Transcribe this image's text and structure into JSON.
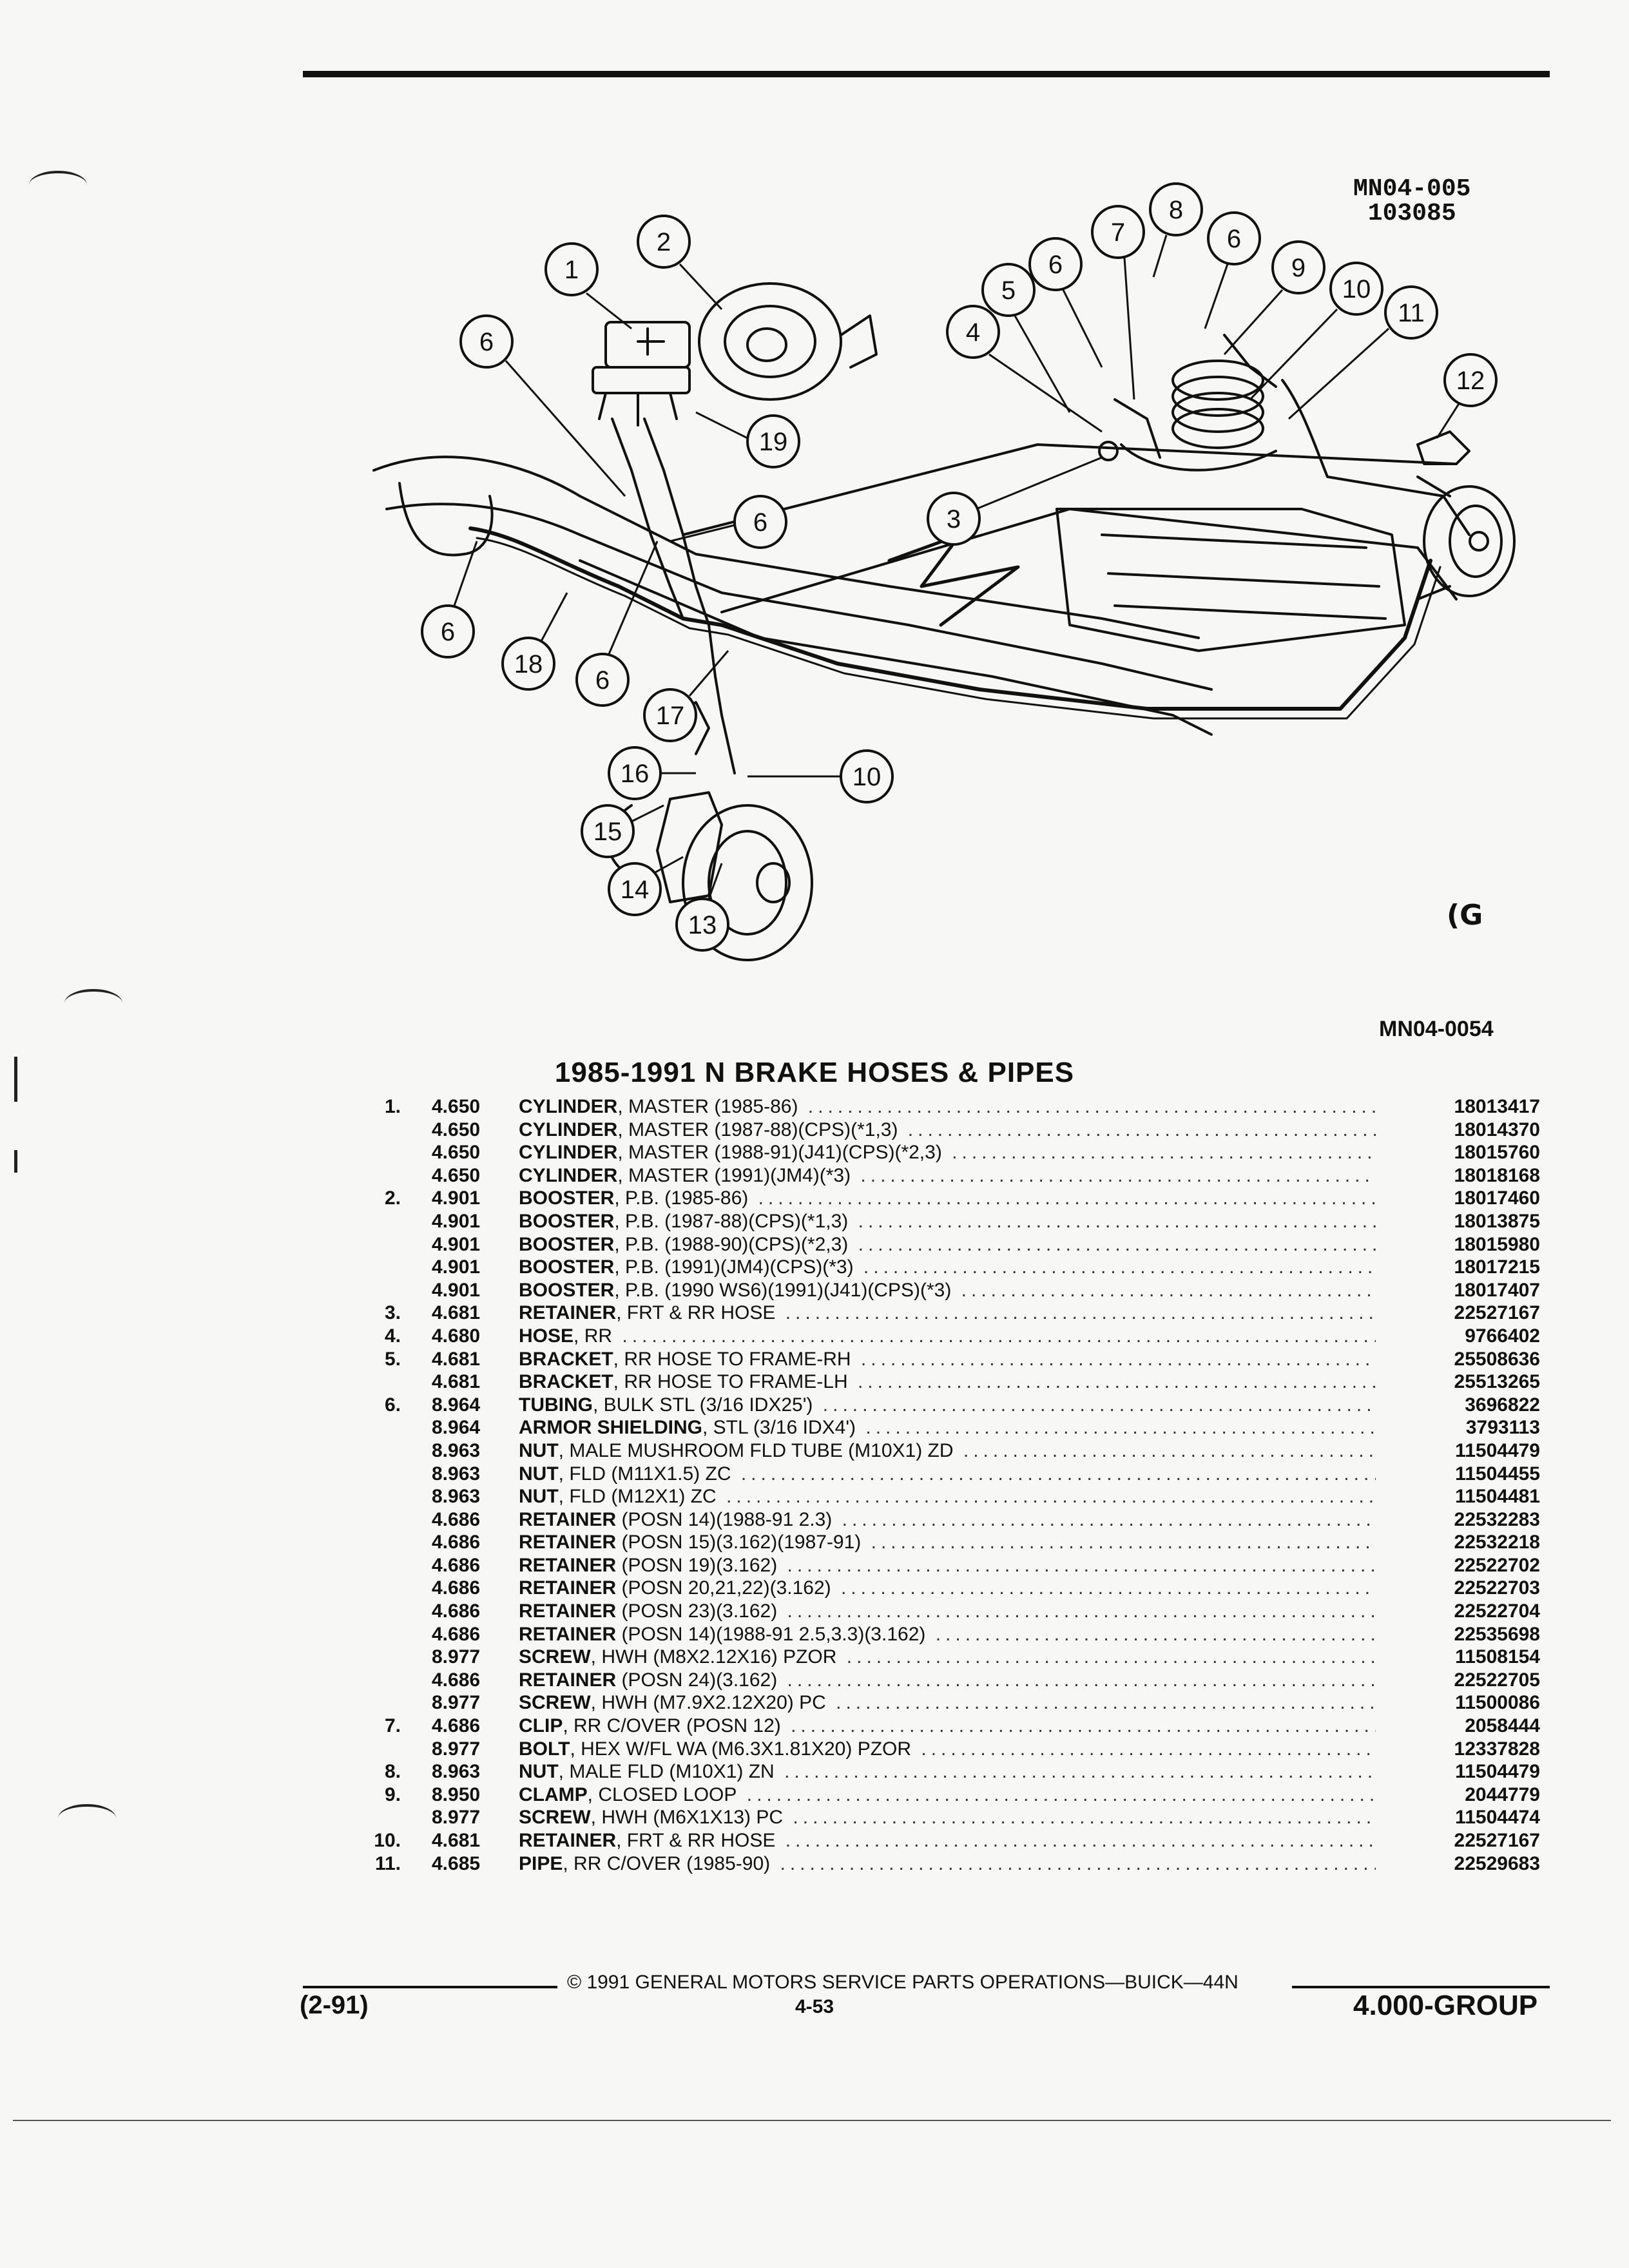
{
  "figure": {
    "code_line1": "MN04-005",
    "code_line2": "103085",
    "logo_glyph": "G",
    "reference": "MN04-0054",
    "callouts": [
      "1",
      "2",
      "3",
      "4",
      "5",
      "6",
      "6",
      "6",
      "6",
      "6",
      "6",
      "7",
      "8",
      "9",
      "10",
      "10",
      "11",
      "12",
      "13",
      "14",
      "15",
      "16",
      "17",
      "18",
      "19"
    ]
  },
  "title": "1985-1991 N BRAKE HOSES & PIPES",
  "parts": [
    {
      "key": "1.",
      "code": "4.650",
      "name": "CYLINDER",
      "spec": ", MASTER (1985-86)",
      "part": "18013417"
    },
    {
      "key": "",
      "code": "4.650",
      "name": "CYLINDER",
      "spec": ", MASTER (1987-88)(CPS)(*1,3)",
      "part": "18014370"
    },
    {
      "key": "",
      "code": "4.650",
      "name": "CYLINDER",
      "spec": ", MASTER (1988-91)(J41)(CPS)(*2,3)",
      "part": "18015760"
    },
    {
      "key": "",
      "code": "4.650",
      "name": "CYLINDER",
      "spec": ", MASTER (1991)(JM4)(*3)",
      "part": "18018168"
    },
    {
      "key": "2.",
      "code": "4.901",
      "name": "BOOSTER",
      "spec": ", P.B. (1985-86)",
      "part": "18017460"
    },
    {
      "key": "",
      "code": "4.901",
      "name": "BOOSTER",
      "spec": ", P.B. (1987-88)(CPS)(*1,3)",
      "part": "18013875"
    },
    {
      "key": "",
      "code": "4.901",
      "name": "BOOSTER",
      "spec": ", P.B. (1988-90)(CPS)(*2,3)",
      "part": "18015980"
    },
    {
      "key": "",
      "code": "4.901",
      "name": "BOOSTER",
      "spec": ", P.B. (1991)(JM4)(CPS)(*3)",
      "part": "18017215"
    },
    {
      "key": "",
      "code": "4.901",
      "name": "BOOSTER",
      "spec": ", P.B. (1990 WS6)(1991)(J41)(CPS)(*3)",
      "part": "18017407"
    },
    {
      "key": "3.",
      "code": "4.681",
      "name": "RETAINER",
      "spec": ", FRT & RR HOSE",
      "part": "22527167"
    },
    {
      "key": "4.",
      "code": "4.680",
      "name": "HOSE",
      "spec": ", RR",
      "part": "9766402"
    },
    {
      "key": "5.",
      "code": "4.681",
      "name": "BRACKET",
      "spec": ", RR HOSE TO FRAME-RH",
      "part": "25508636"
    },
    {
      "key": "",
      "code": "4.681",
      "name": "BRACKET",
      "spec": ", RR HOSE TO FRAME-LH",
      "part": "25513265"
    },
    {
      "key": "6.",
      "code": "8.964",
      "name": "TUBING",
      "spec": ", BULK STL (3/16 IDX25')",
      "part": "3696822"
    },
    {
      "key": "",
      "code": "8.964",
      "name": "ARMOR SHIELDING",
      "spec": ", STL (3/16 IDX4')",
      "part": "3793113"
    },
    {
      "key": "",
      "code": "8.963",
      "name": "NUT",
      "spec": ", MALE MUSHROOM FLD TUBE (M10X1) ZD",
      "part": "11504479"
    },
    {
      "key": "",
      "code": "8.963",
      "name": "NUT",
      "spec": ", FLD (M11X1.5) ZC",
      "part": "11504455"
    },
    {
      "key": "",
      "code": "8.963",
      "name": "NUT",
      "spec": ", FLD (M12X1) ZC",
      "part": "11504481"
    },
    {
      "key": "",
      "code": "4.686",
      "name": "RETAINER",
      "spec": " (POSN 14)(1988-91 2.3)",
      "part": "22532283"
    },
    {
      "key": "",
      "code": "4.686",
      "name": "RETAINER",
      "spec": " (POSN 15)(3.162)(1987-91)",
      "part": "22532218"
    },
    {
      "key": "",
      "code": "4.686",
      "name": "RETAINER",
      "spec": " (POSN 19)(3.162)",
      "part": "22522702"
    },
    {
      "key": "",
      "code": "4.686",
      "name": "RETAINER",
      "spec": " (POSN 20,21,22)(3.162)",
      "part": "22522703"
    },
    {
      "key": "",
      "code": "4.686",
      "name": "RETAINER",
      "spec": " (POSN 23)(3.162)",
      "part": "22522704"
    },
    {
      "key": "",
      "code": "4.686",
      "name": "RETAINER",
      "spec": " (POSN 14)(1988-91 2.5,3.3)(3.162)",
      "part": "22535698"
    },
    {
      "key": "",
      "code": "8.977",
      "name": "SCREW",
      "spec": ", HWH (M8X2.12X16) PZOR",
      "part": "11508154"
    },
    {
      "key": "",
      "code": "4.686",
      "name": "RETAINER",
      "spec": " (POSN 24)(3.162)",
      "part": "22522705"
    },
    {
      "key": "",
      "code": "8.977",
      "name": "SCREW",
      "spec": ", HWH (M7.9X2.12X20) PC",
      "part": "11500086"
    },
    {
      "key": "7.",
      "code": "4.686",
      "name": "CLIP",
      "spec": ", RR C/OVER (POSN 12)",
      "part": "2058444"
    },
    {
      "key": "",
      "code": "8.977",
      "name": "BOLT",
      "spec": ", HEX W/FL WA (M6.3X1.81X20) PZOR",
      "part": "12337828"
    },
    {
      "key": "8.",
      "code": "8.963",
      "name": "NUT",
      "spec": ", MALE FLD (M10X1) ZN",
      "part": "11504479"
    },
    {
      "key": "9.",
      "code": "8.950",
      "name": "CLAMP",
      "spec": ", CLOSED LOOP",
      "part": "2044779"
    },
    {
      "key": "",
      "code": "8.977",
      "name": "SCREW",
      "spec": ", HWH (M6X1X13) PC",
      "part": "11504474"
    },
    {
      "key": "10.",
      "code": "4.681",
      "name": "RETAINER",
      "spec": ", FRT & RR HOSE",
      "part": "22527167"
    },
    {
      "key": "11.",
      "code": "4.685",
      "name": "PIPE",
      "spec": ", RR C/OVER (1985-90)",
      "part": "22529683"
    }
  ],
  "footer": {
    "copyright": "© 1991 GENERAL MOTORS SERVICE PARTS OPERATIONS—BUICK—44N",
    "revision": "(2-91)",
    "page": "4-53",
    "group": "4.000-GROUP"
  }
}
